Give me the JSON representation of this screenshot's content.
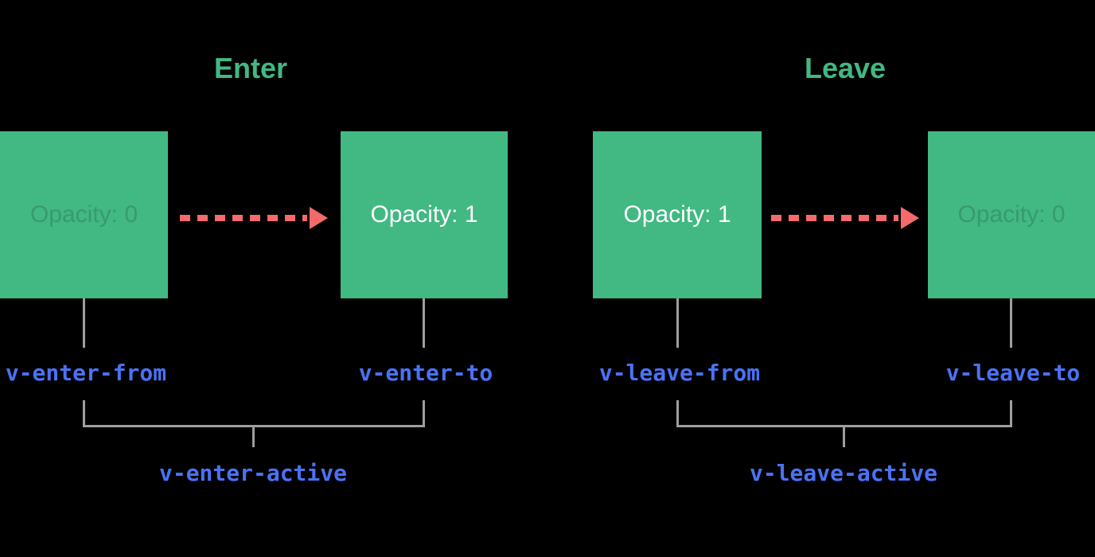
{
  "diagram": {
    "background_color": "#000000",
    "box_color": "#42b883",
    "title_color": "#42b883",
    "arrow_color": "#f56a6a",
    "class_label_color": "#4a72f5",
    "connector_color": "#9e9e9e",
    "panels": [
      {
        "title": "Enter",
        "start_box_label": "Opacity: 0",
        "end_box_label": "Opacity: 1",
        "start_class": "v-enter-from",
        "end_class": "v-enter-to",
        "active_class": "v-enter-active"
      },
      {
        "title": "Leave",
        "start_box_label": "Opacity: 1",
        "end_box_label": "Opacity: 0",
        "start_class": "v-leave-from",
        "end_class": "v-leave-to",
        "active_class": "v-leave-active"
      }
    ]
  }
}
